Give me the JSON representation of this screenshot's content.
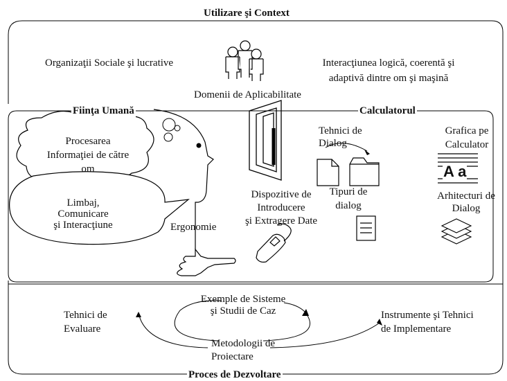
{
  "titles": {
    "top": "Utilizare şi Context",
    "bottom": "Proces de Dezvoltare",
    "human": "Fiinţa Umană",
    "computer": "Calculatorul"
  },
  "context": {
    "organizations": "Organizaţii Sociale şi lucrative",
    "interaction_line1": "Interacţiunea logică, coerentă şi",
    "interaction_line2": "adaptivă dintre om şi maşină",
    "domains": "Domenii de Aplicabilitate"
  },
  "human": {
    "processing_line1": "Procesarea",
    "processing_line2": "Informaţiei de către",
    "processing_line3": "om",
    "language_line1": "Limbaj,",
    "language_line2": "Comunicare",
    "language_line3": "şi Interacţiune",
    "ergonomics": "Ergonomie"
  },
  "computer": {
    "devices_line1": "Dispozitive de",
    "devices_line2": "Introducere",
    "devices_line3": "şi Extragere Date",
    "dialog_tech_line1": "Tehnici de",
    "dialog_tech_line2": "Dialog",
    "dialog_types_line1": "Tipuri de",
    "dialog_types_line2": "dialog",
    "graphics_line1": "Grafica pe",
    "graphics_line2": "Calculator",
    "font_sample": "A a",
    "arch_line1": "Arhitecturi de",
    "arch_line2": "Dialog"
  },
  "process": {
    "eval_line1": "Tehnici de",
    "eval_line2": "Evaluare",
    "examples_line1": "Exemple de Sisteme",
    "examples_line2": "şi Studii de Caz",
    "method_line1": "Metodologii de",
    "method_line2": "Proiectare",
    "impl_line1": "Instrumente şi Tehnici",
    "impl_line2": "de Implementare"
  }
}
